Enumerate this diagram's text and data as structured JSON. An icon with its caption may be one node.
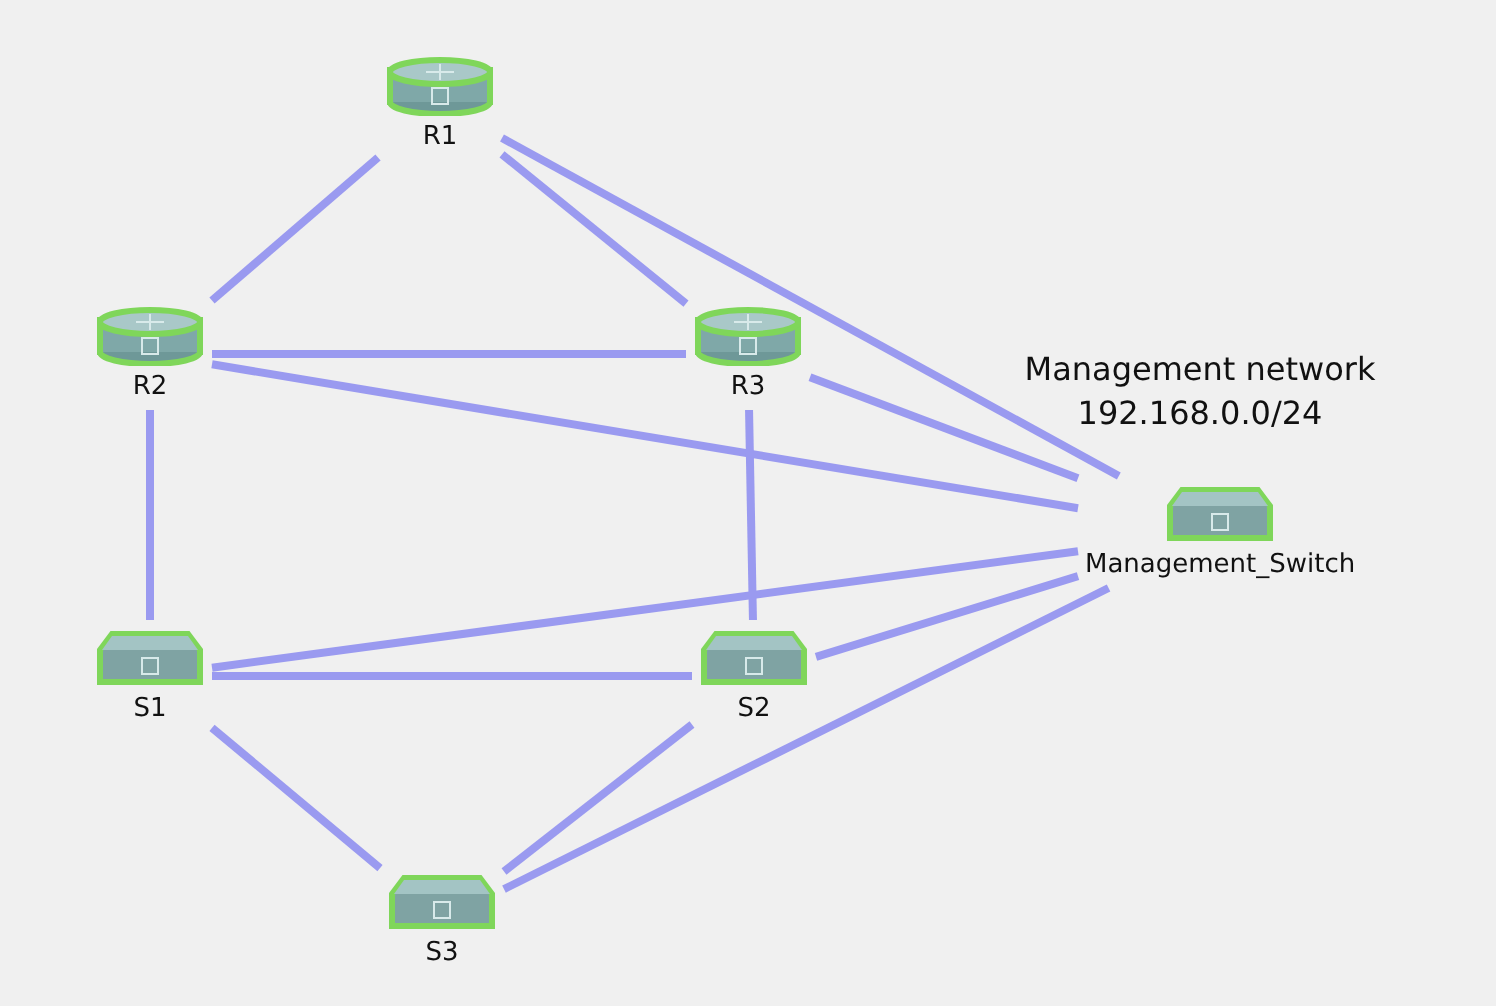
{
  "diagram": {
    "nodes": [
      {
        "text": [
          "R1"
        ]
      },
      {
        "text": [
          "R2"
        ]
      },
      {
        "text": [
          "R3"
        ]
      },
      {
        "text": [
          "Management_Switch"
        ]
      },
      {
        "text": [
          "S1"
        ]
      },
      {
        "text": [
          "S2"
        ]
      },
      {
        "text": [
          "S3"
        ]
      }
    ],
    "edges": [
      {
        "from": 0,
        "to": 1,
        "arrow": "none"
      },
      {
        "from": 0,
        "to": 2,
        "arrow": "none"
      },
      {
        "from": 0,
        "to": 3,
        "arrow": "none"
      },
      {
        "from": 1,
        "to": 2,
        "arrow": "none"
      },
      {
        "from": 1,
        "to": 3,
        "arrow": "none"
      },
      {
        "from": 2,
        "to": 3,
        "arrow": "none"
      },
      {
        "from": 1,
        "to": 4,
        "arrow": "none"
      },
      {
        "from": 2,
        "to": 5,
        "arrow": "none"
      },
      {
        "from": 4,
        "to": 3,
        "arrow": "none"
      },
      {
        "from": 4,
        "to": 5,
        "arrow": "none"
      },
      {
        "from": 5,
        "to": 3,
        "arrow": "none"
      },
      {
        "from": 4,
        "to": 6,
        "arrow": "none"
      },
      {
        "from": 5,
        "to": 6,
        "arrow": "none"
      },
      {
        "from": 6,
        "to": 3,
        "arrow": "none"
      }
    ],
    "labels": [
      "Management network 192.168.0.0/24"
    ]
  }
}
